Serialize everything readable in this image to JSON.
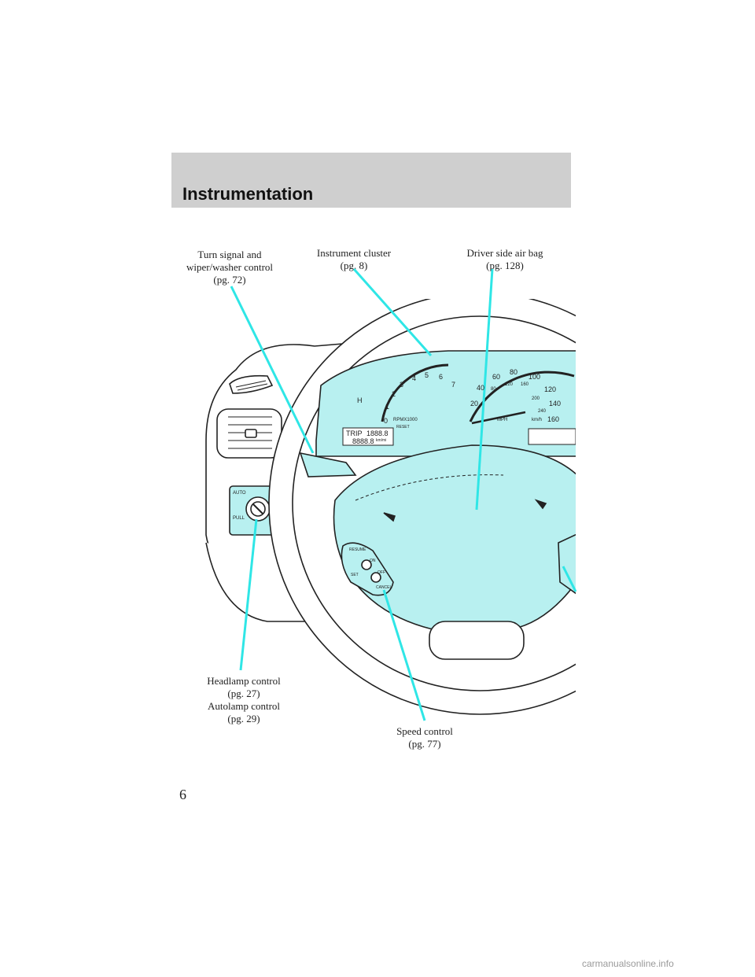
{
  "header": {
    "title": "Instrumentation"
  },
  "callouts": {
    "turn_signal": {
      "line1": "Turn signal and",
      "line2": "wiper/washer control",
      "line3": "(pg. 72)"
    },
    "instrument_cluster": {
      "line1": "Instrument cluster",
      "line2": "(pg. 8)"
    },
    "air_bag": {
      "line1": "Driver side air bag",
      "line2": "(pg. 128)"
    },
    "headlamp": {
      "line1": "Headlamp control",
      "line2": "(pg. 27)"
    },
    "autolamp": {
      "line1": "Autolamp control",
      "line2": "(pg. 29)"
    },
    "speed_control": {
      "line1": "Speed control",
      "line2": "(pg. 77)"
    }
  },
  "cluster": {
    "tach_numbers": [
      "0",
      "1",
      "2",
      "3",
      "4",
      "5",
      "6",
      "7"
    ],
    "tach_unit": "RPMX1000",
    "speed_mph": [
      "20",
      "40",
      "60",
      "80",
      "100",
      "120",
      "140",
      "160"
    ],
    "speed_kmh": [
      "80",
      "120",
      "160",
      "200",
      "240"
    ],
    "speed_unit_mph": "MPH",
    "speed_unit_kmh": "km/h",
    "temp_label": "H",
    "trip_label": "TRIP",
    "trip_value": "1888.8",
    "odo_value": "8888.8",
    "odo_unit": "km/mi",
    "reset_label": "RESET"
  },
  "controls": {
    "headlamp_auto": "AUTO",
    "headlamp_pull": "PULL",
    "speed_on": "ON",
    "speed_off": "OFF",
    "speed_set": "SET",
    "speed_resume": "RESUME",
    "speed_cancel": "CANCEL"
  },
  "page_number": "6",
  "watermark": "carmanualsonline.info",
  "colors": {
    "highlight": "#b8f0f0",
    "callout_line": "#2fe6e6",
    "header_band": "#cfcfcf"
  }
}
